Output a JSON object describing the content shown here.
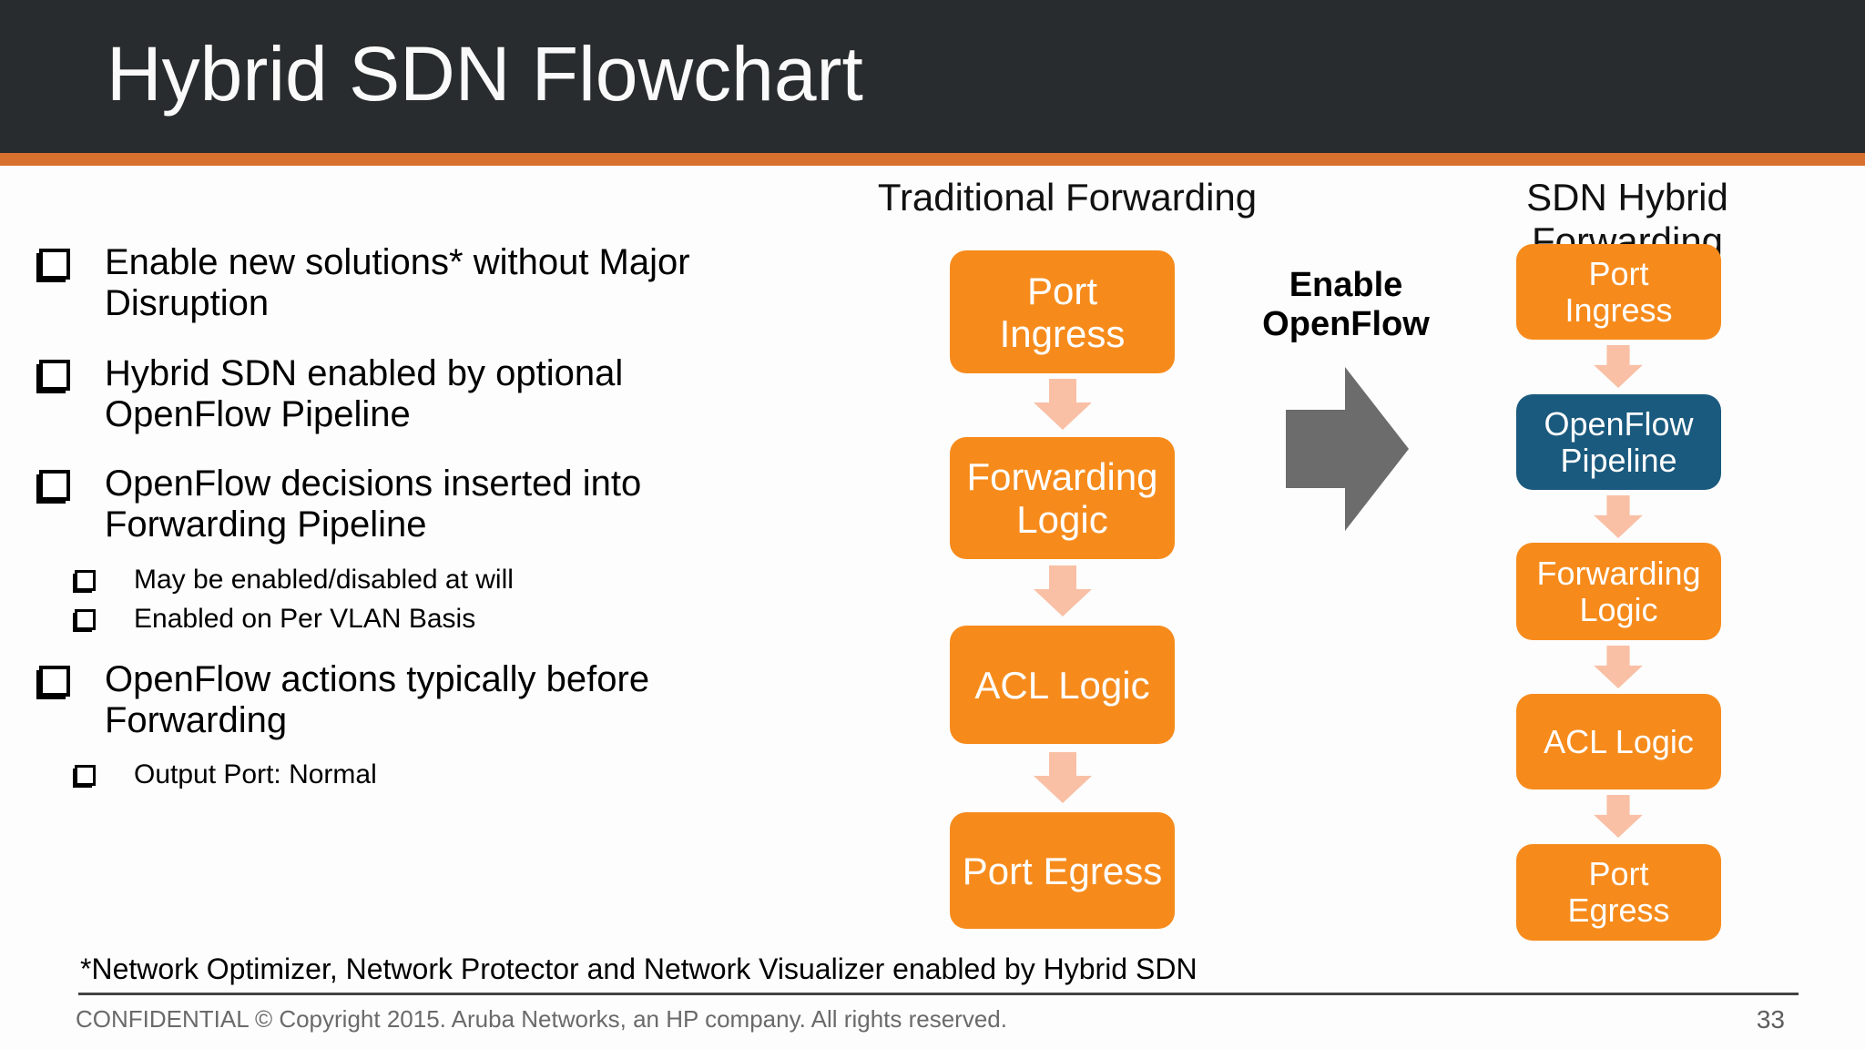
{
  "slide": {
    "title": "Hybrid SDN Flowchart",
    "footnote": "*Network Optimizer, Network Protector and Network Visualizer enabled by Hybrid SDN",
    "footer": "CONFIDENTIAL © Copyright 2015. Aruba Networks, an HP company. All rights reserved.",
    "page_number": "33"
  },
  "bullets": [
    {
      "text": "Enable new solutions* without Major\nDisruption",
      "sub": []
    },
    {
      "text": "Hybrid SDN enabled by optional\nOpenFlow Pipeline",
      "sub": []
    },
    {
      "text": "OpenFlow decisions inserted into\nForwarding Pipeline",
      "sub": [
        "May be enabled/disabled at will",
        "Enabled on Per VLAN Basis"
      ]
    },
    {
      "text": "OpenFlow actions typically before\nForwarding",
      "sub": [
        "Output Port: Normal"
      ]
    }
  ],
  "flowchart": {
    "traditional": {
      "heading": "Traditional Forwarding",
      "steps": [
        {
          "label": "Port\nIngress"
        },
        {
          "label": "Forwarding\nLogic"
        },
        {
          "label": "ACL Logic"
        },
        {
          "label": "Port Egress"
        }
      ]
    },
    "transition": {
      "label": "Enable\nOpenFlow"
    },
    "hybrid": {
      "heading": "SDN Hybrid Forwarding",
      "steps": [
        {
          "label": "Port\nIngress"
        },
        {
          "label": "OpenFlow\nPipeline"
        },
        {
          "label": "Forwarding\nLogic"
        },
        {
          "label": "ACL Logic"
        },
        {
          "label": "Port\nEgress"
        }
      ]
    }
  },
  "colors": {
    "header_background": "#292C2E",
    "accent_stripe": "#D8702E",
    "box_orange": "#F68B1C",
    "box_blue": "#1A5A7E",
    "arrow_salmon": "#F9C0A5",
    "transition_arrow_gray": "#6C6C6C",
    "title_text": "#FAFAFA",
    "footer_text": "#6A6A6A"
  }
}
